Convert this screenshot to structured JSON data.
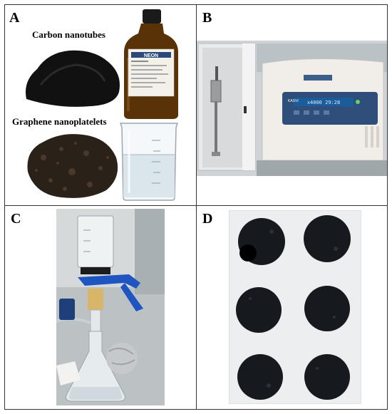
{
  "panels": {
    "a": {
      "letter": "A",
      "label_cnt": "Carbon nanotubes",
      "label_gnp": "Graphene nanoplatelets",
      "bottle_brand": "NEON"
    },
    "b": {
      "letter": "B",
      "centrifuge_brand": "KASVI",
      "display_readout": "x4000 29:28"
    },
    "c": {
      "letter": "C"
    },
    "d": {
      "letter": "D"
    }
  }
}
